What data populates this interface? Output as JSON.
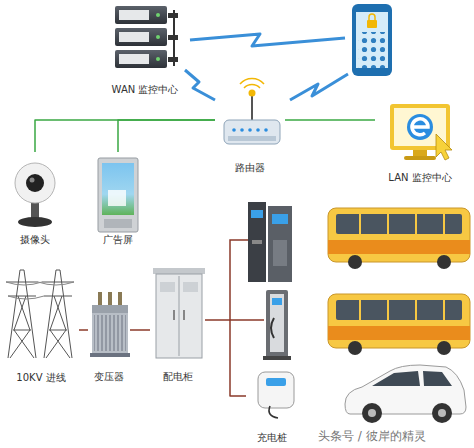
{
  "diagram": {
    "nodes": [
      {
        "text": [
          "WAN 监控中心"
        ]
      },
      {
        "text": [
          "路由器"
        ]
      },
      {
        "text": [
          "LAN 监控中心"
        ]
      },
      {
        "text": [
          "摄像头"
        ]
      },
      {
        "text": [
          "广告屏"
        ]
      },
      {
        "text": [
          "10KV 进线"
        ]
      },
      {
        "text": [
          "变压器"
        ]
      },
      {
        "text": [
          "配电柜"
        ]
      },
      {
        "text": [
          "充电桩"
        ]
      }
    ],
    "edges": [
      {
        "from": 0,
        "to": 1,
        "arrow": "none"
      },
      {
        "from": 1,
        "to": 2,
        "arrow": "none"
      },
      {
        "from": 1,
        "to": 3,
        "arrow": "none"
      },
      {
        "from": 1,
        "to": 4,
        "arrow": "none"
      },
      {
        "from": 5,
        "to": 6,
        "arrow": "none"
      },
      {
        "from": 6,
        "to": 7,
        "arrow": "none"
      },
      {
        "from": 7,
        "to": 8,
        "arrow": "none"
      }
    ],
    "labels": [
      "头条号 / 彼岸的精灵"
    ]
  }
}
